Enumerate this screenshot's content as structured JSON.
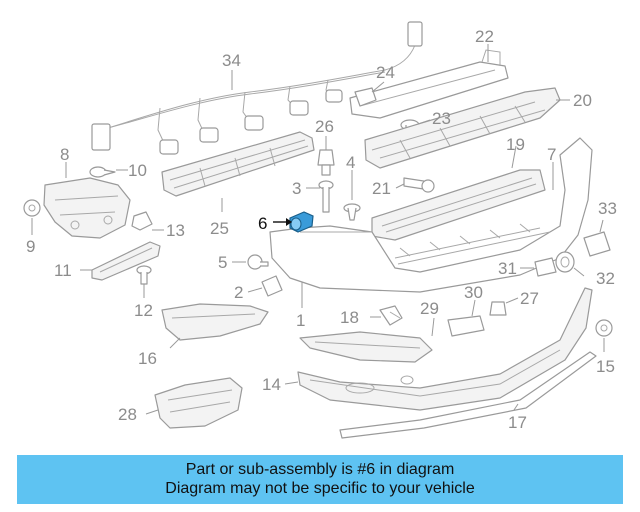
{
  "diagram": {
    "callouts": [
      "1",
      "2",
      "3",
      "4",
      "5",
      "6",
      "7",
      "8",
      "9",
      "10",
      "11",
      "12",
      "13",
      "14",
      "15",
      "16",
      "17",
      "18",
      "19",
      "20",
      "21",
      "22",
      "23",
      "24",
      "25",
      "26",
      "27",
      "28",
      "29",
      "30",
      "31",
      "32",
      "33",
      "34"
    ],
    "highlighted_callout": "6",
    "colors": {
      "line": "#9a9a9a",
      "label": "#8c8c8c",
      "highlight": "#111111",
      "highlight_part": "#3a9bd9",
      "banner": "#5ec3f2"
    }
  },
  "caption": {
    "line1": "Part or sub-assembly is #6 in diagram",
    "line2": "Diagram may not be specific to your vehicle"
  }
}
